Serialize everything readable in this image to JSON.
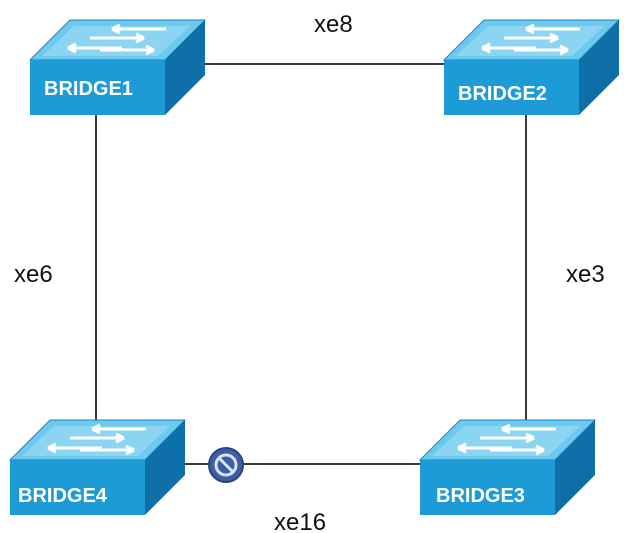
{
  "colors": {
    "link": "#3a3a3a",
    "switch_top": "#6ec9ee",
    "switch_top_light": "#b8e7f8",
    "switch_front": "#1d9bd6",
    "switch_side": "#0f6fa8",
    "switch_arrow": "#ffffff",
    "blocked_port": "#3c5ea6"
  },
  "bridges": [
    {
      "name": "BRIDGE1",
      "icon": "switch-icon"
    },
    {
      "name": "BRIDGE2",
      "icon": "switch-icon"
    },
    {
      "name": "BRIDGE3",
      "icon": "switch-icon"
    },
    {
      "name": "BRIDGE4",
      "icon": "switch-icon"
    }
  ],
  "links": [
    {
      "label": "xe8",
      "from": "BRIDGE1",
      "to": "BRIDGE2",
      "blocked": false
    },
    {
      "label": "xe3",
      "from": "BRIDGE2",
      "to": "BRIDGE3",
      "blocked": false
    },
    {
      "label": "xe16",
      "from": "BRIDGE3",
      "to": "BRIDGE4",
      "blocked": true
    },
    {
      "label": "xe6",
      "from": "BRIDGE4",
      "to": "BRIDGE1",
      "blocked": false
    }
  ],
  "blocked_port_icon": "blocked-port-icon"
}
